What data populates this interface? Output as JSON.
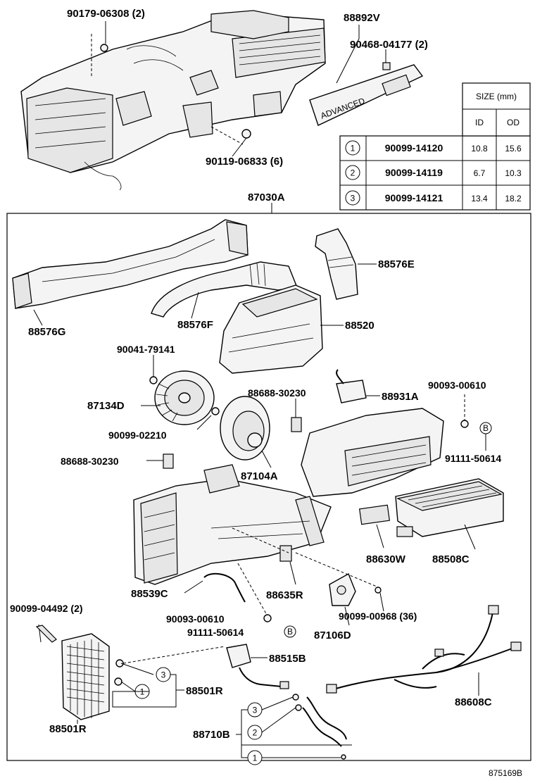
{
  "diagram_id": "875169B",
  "labels": {
    "p90179": "90179-06308 (2)",
    "p88892V": "88892V",
    "p90468": "90468-04177 (2)",
    "p90119": "90119-06833 (6)",
    "p87030A": "87030A",
    "p88576E": "88576E",
    "p88576G": "88576G",
    "p88576F": "88576F",
    "p88520": "88520",
    "p90041": "90041-79141",
    "p88688a": "88688-30230",
    "p88931A": "88931A",
    "p90093a": "90093-00610",
    "p87134D": "87134D",
    "p90099_02210": "90099-02210",
    "p91111a": "91111-50614",
    "p88688b": "88688-30230",
    "p87104A": "87104A",
    "p88630W": "88630W",
    "p88508C": "88508C",
    "p88539C": "88539C",
    "p88635R": "88635R",
    "p90099_04492": "90099-04492 (2)",
    "p90093b": "90093-00610",
    "p90099_00968": "90099-00968 (36)",
    "p91111b": "91111-50614",
    "p87106D": "87106D",
    "p88515B": "88515B",
    "p88501R_a": "88501R",
    "p88501R_b": "88501R",
    "p88608C": "88608C",
    "p88710B": "88710B"
  },
  "markers": {
    "b": "B",
    "c1": "1",
    "c2": "2",
    "c3": "3"
  },
  "size_table": {
    "title": "SIZE (mm)",
    "col_id": "ID",
    "col_od": "OD",
    "rows": [
      {
        "no": "1",
        "part": "90099-14120",
        "id": "10.8",
        "od": "15.6"
      },
      {
        "no": "2",
        "part": "90099-14119",
        "id": "6.7",
        "od": "10.3"
      },
      {
        "no": "3",
        "part": "90099-14121",
        "id": "13.4",
        "od": "18.2"
      }
    ]
  }
}
